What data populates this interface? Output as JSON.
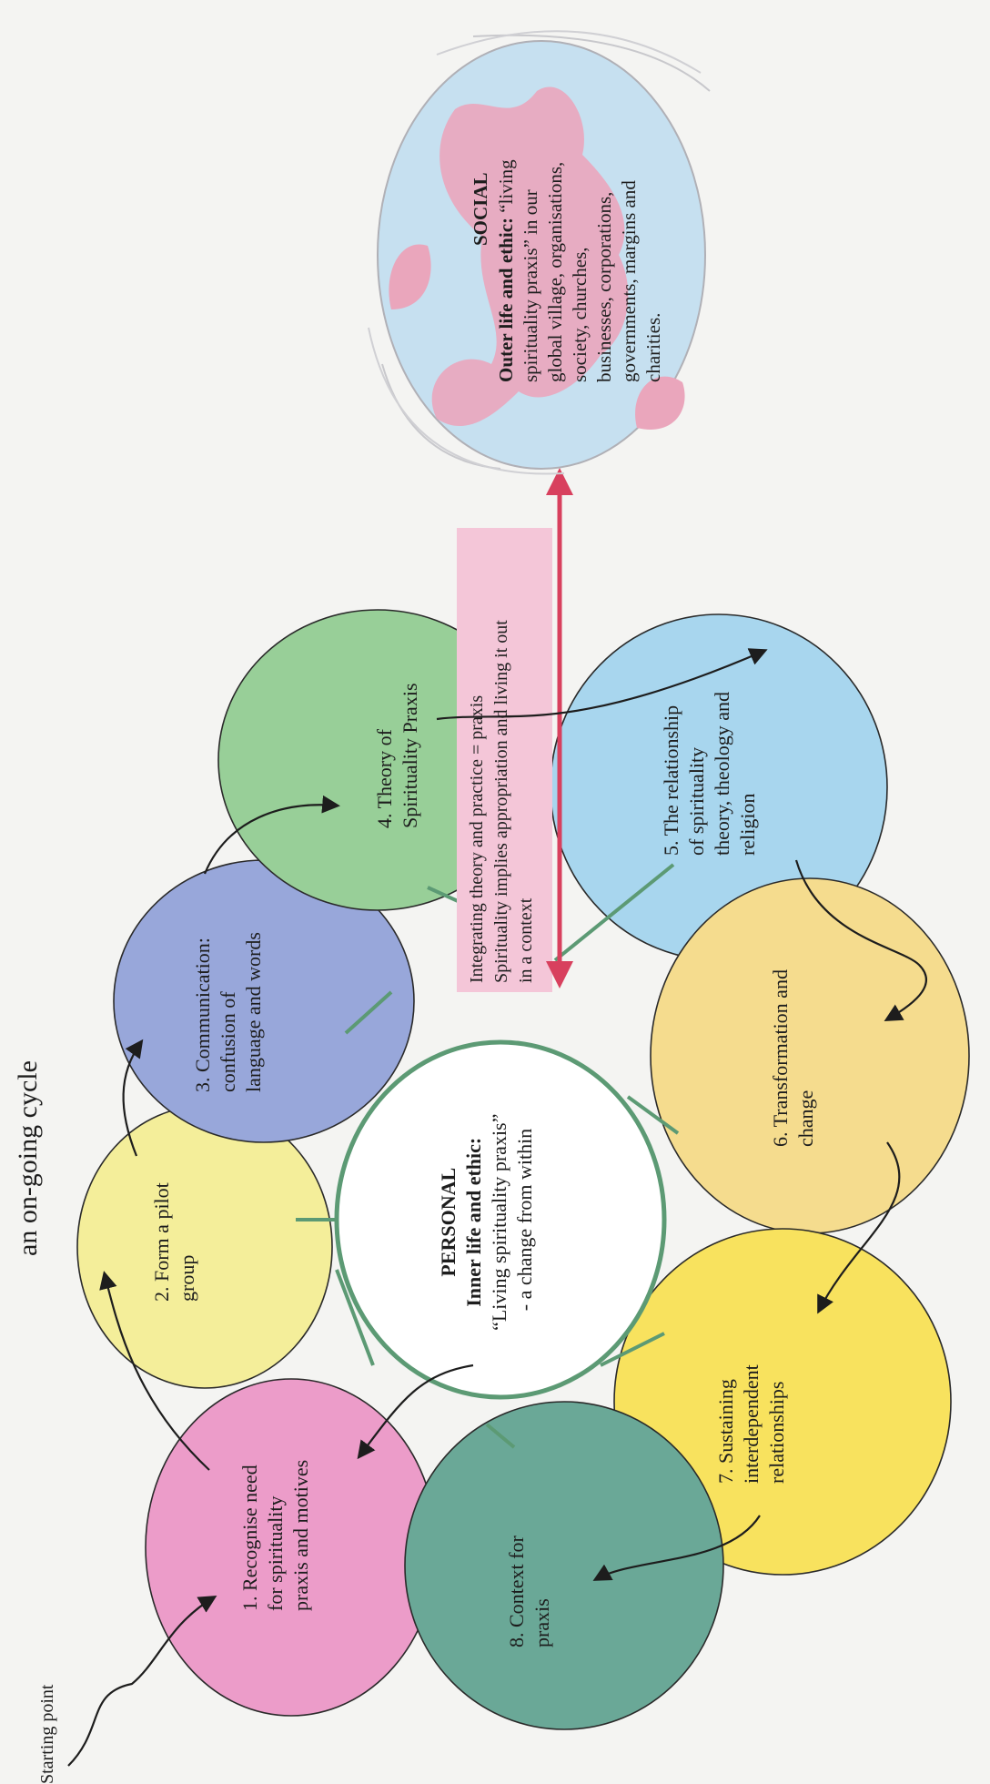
{
  "heading": "an on-going cycle",
  "start_label": "Starting point",
  "center": {
    "title": "PERSONAL",
    "subtitle": "Inner life and ethic:",
    "line1": "“Living spirituality praxis”",
    "line2": "- a change from within"
  },
  "stages": [
    {
      "lines": [
        "1. Recognise need",
        "for spirituality",
        "praxis and motives"
      ],
      "color": "#ec9cc9"
    },
    {
      "lines": [
        "2. Form a pilot",
        "group"
      ],
      "color": "#f4ee9a"
    },
    {
      "lines": [
        "3. Communication:",
        "confusion of",
        "language and words"
      ],
      "color": "#98a7da"
    },
    {
      "lines": [
        "4. Theory of",
        "Spirituality Praxis"
      ],
      "color": "#98cf98"
    },
    {
      "lines": [
        "5. The relationship",
        "of spirituality",
        "theory, theology and",
        "religion"
      ],
      "color": "#a8d6ee"
    },
    {
      "lines": [
        "6. Transformation and",
        "change"
      ],
      "color": "#f5dc8e"
    },
    {
      "lines": [
        "7. Sustaining",
        "interdependent",
        "relationships"
      ],
      "color": "#f8e25e"
    },
    {
      "lines": [
        "8. Context for",
        "praxis"
      ],
      "color": "#6aa897"
    }
  ],
  "banner": {
    "lines": [
      "Integrating theory and practice = praxis",
      "Spirituality implies appropriation and living it out",
      "in a context"
    ],
    "color": "#f4c6d8"
  },
  "social": {
    "title": "SOCIAL",
    "line1_bold": "Outer life and ethic:",
    "line1_rest": " “living",
    "lines": [
      "spirituality praxis” in our",
      "global village, organisations,",
      "society,  churches,",
      "businesses, corporations,",
      "governments, margins and",
      "charities."
    ]
  },
  "colors": {
    "center_ring": "#5c9a74",
    "arrow_red": "#d8405e",
    "globe_ocean": "#c6e0f0",
    "globe_land": "#eaa6bc"
  }
}
